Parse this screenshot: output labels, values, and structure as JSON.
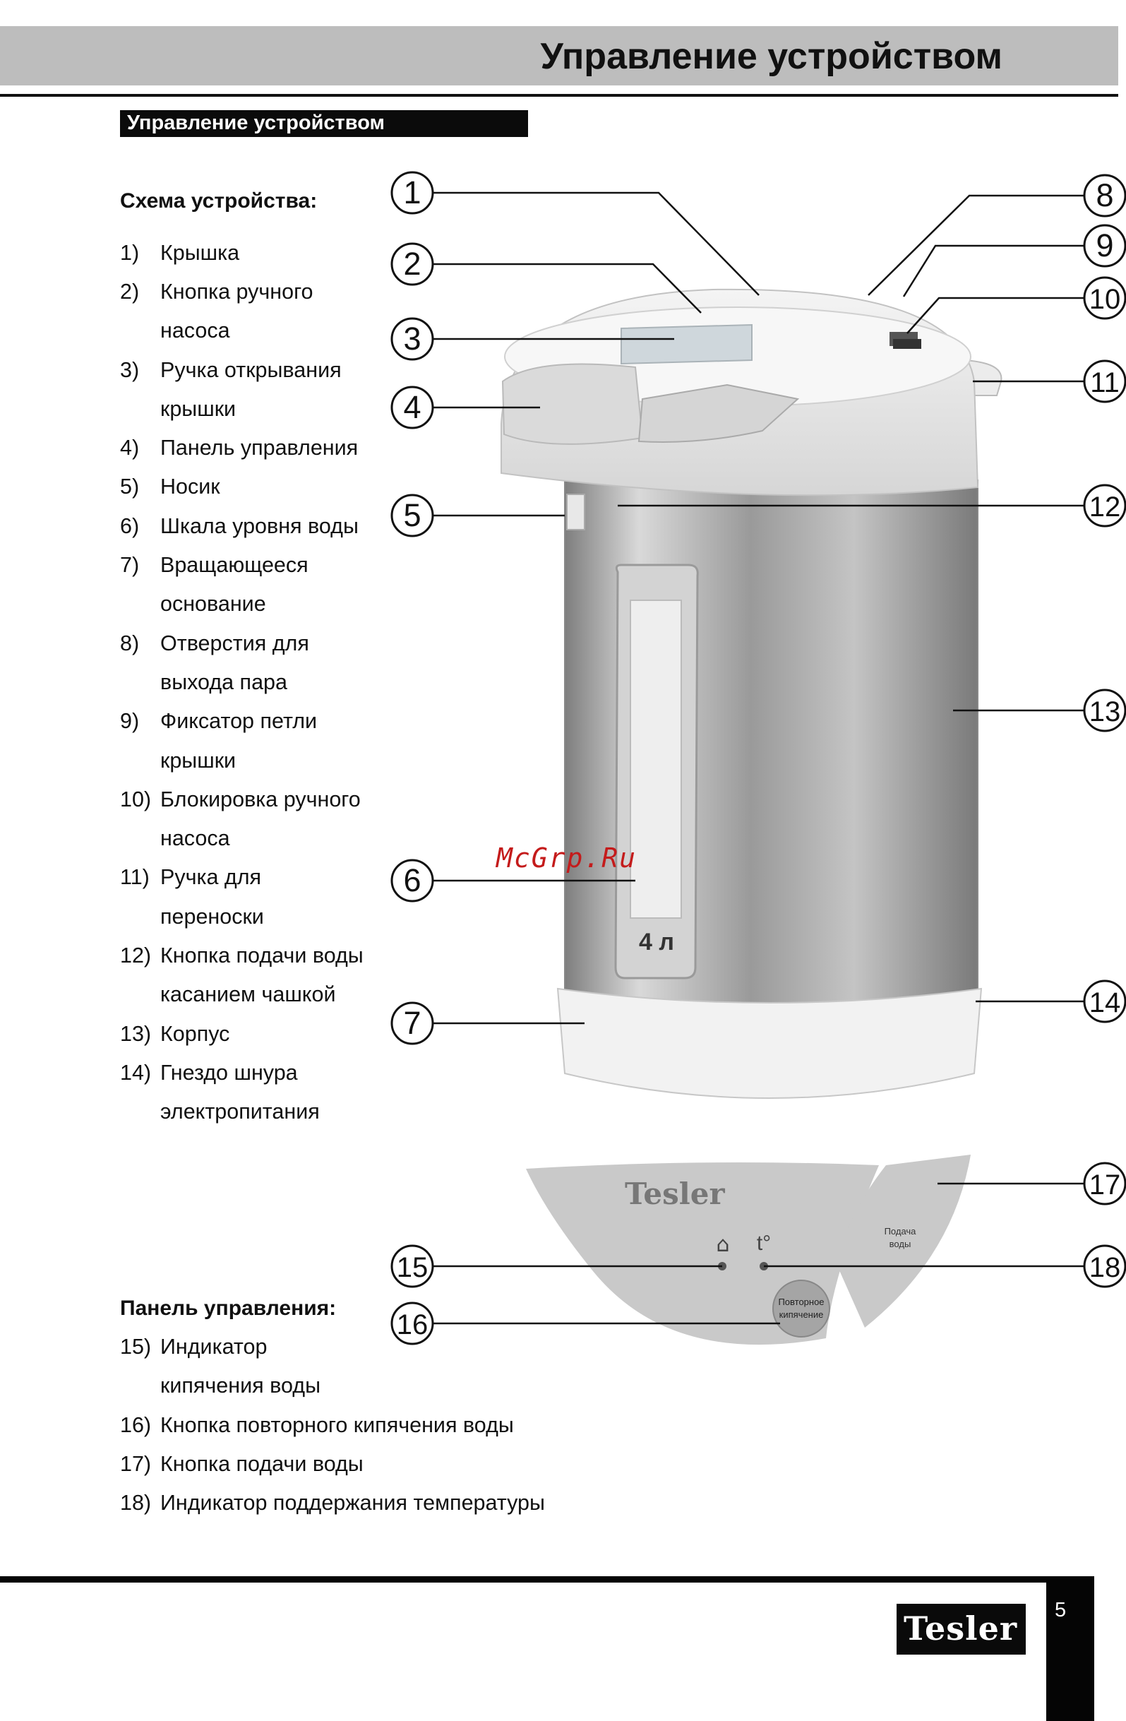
{
  "header": {
    "title": "Управление устройством"
  },
  "section": {
    "title": "Управление устройством"
  },
  "scheme": {
    "heading": "Схема устройства:",
    "items": [
      {
        "num": "1)",
        "text": "Крышка"
      },
      {
        "num": "2)",
        "text": "Кнопка ручного насоса"
      },
      {
        "num": "3)",
        "text": "Ручка открывания крышки"
      },
      {
        "num": "4)",
        "text": "Панель управления"
      },
      {
        "num": "5)",
        "text": "Носик"
      },
      {
        "num": "6)",
        "text": "Шкала уровня воды"
      },
      {
        "num": "7)",
        "text": "Вращающееся основание"
      },
      {
        "num": "8)",
        "text": "Отверстия для выхода пара"
      },
      {
        "num": "9)",
        "text": "Фиксатор петли крышки"
      },
      {
        "num": "10)",
        "text": "Блокировка ручного насоса"
      },
      {
        "num": "11)",
        "text": "Ручка для переноски"
      },
      {
        "num": "12)",
        "text": "Кнопка подачи воды касанием чашкой"
      },
      {
        "num": "13)",
        "text": "Корпус"
      },
      {
        "num": "14)",
        "text": "Гнездо шнура электропитания"
      }
    ]
  },
  "panel": {
    "heading": "Панель управления:",
    "items": [
      {
        "num": "15)",
        "text": "Индикатор кипячения воды"
      },
      {
        "num": "16)",
        "text": "Кнопка повторного кипячения воды"
      },
      {
        "num": "17)",
        "text": "Кнопка подачи воды"
      },
      {
        "num": "18)",
        "text": "Индикатор поддержания температуры"
      }
    ]
  },
  "diagram": {
    "callouts": [
      "1",
      "2",
      "3",
      "4",
      "5",
      "6",
      "7",
      "8",
      "9",
      "10",
      "11",
      "12",
      "13",
      "14",
      "15",
      "16",
      "17",
      "18"
    ],
    "brand": "Tesler",
    "scale_label": "4 л",
    "panel_labels": {
      "temp": "t°",
      "reboil_1": "Повторное",
      "reboil_2": "кипячение",
      "water_1": "Подача",
      "water_2": "воды"
    }
  },
  "watermark": "McGrp.Ru",
  "footer": {
    "page_number": "5",
    "logo": "Tesler"
  },
  "colors": {
    "header_band": "#bdbdbd",
    "section_bar": "#0b0b0b",
    "watermark": "#c41b1b",
    "body_steel": "#a8a8a8",
    "panel_grey": "#c9c9c9"
  }
}
